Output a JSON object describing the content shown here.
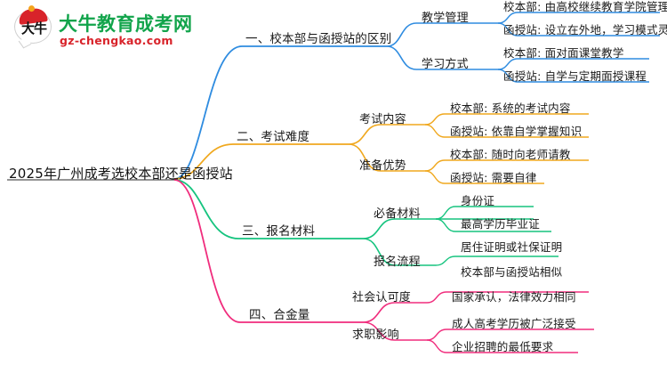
{
  "logo": {
    "mark_text": "大牛",
    "brand_title": "大牛教育成考网",
    "domain": "gz-chengkao.com",
    "brand_color": "#12a44b",
    "accent_color": "#d8232a"
  },
  "mindmap": {
    "root": {
      "label": "2025年广州成考选校本部还是函授站"
    },
    "branch_colors": {
      "branch1": "#2f8ce0",
      "branch2": "#f0a81e",
      "branch3": "#16c47f",
      "branch4": "#f02d7d"
    },
    "branches": [
      {
        "label": "一、校本部与函授站的区别",
        "color": "#2f8ce0",
        "children": [
          {
            "label": "教学管理",
            "leaves": [
              "校本部: 由高校继续教育学院管理",
              "函授站: 设立在外地，学习模式灵活"
            ]
          },
          {
            "label": "学习方式",
            "leaves": [
              "校本部: 面对面课堂教学",
              "函授站: 自学与定期面授课程"
            ]
          }
        ]
      },
      {
        "label": "二、考试难度",
        "color": "#f0a81e",
        "children": [
          {
            "label": "考试内容",
            "leaves": [
              "校本部: 系统的考试内容",
              "函授站: 依靠自学掌握知识"
            ]
          },
          {
            "label": "准备优势",
            "leaves": [
              "校本部: 随时向老师请教",
              "函授站: 需要自律"
            ]
          }
        ]
      },
      {
        "label": "三、报名材料",
        "color": "#16c47f",
        "children": [
          {
            "label": "必备材料",
            "leaves": [
              "身份证",
              "最高学历毕业证",
              "居住证明或社保证明"
            ]
          },
          {
            "label": "报名流程",
            "leaves": [
              "校本部与函授站相似"
            ]
          }
        ]
      },
      {
        "label": "四、合金量",
        "color": "#f02d7d",
        "children": [
          {
            "label": "社会认可度",
            "leaves": [
              "国家承认，法律效力相同"
            ]
          },
          {
            "label": "求职影响",
            "leaves": [
              "成人高考学历被广泛接受",
              "企业招聘的最低要求"
            ]
          }
        ]
      }
    ]
  }
}
